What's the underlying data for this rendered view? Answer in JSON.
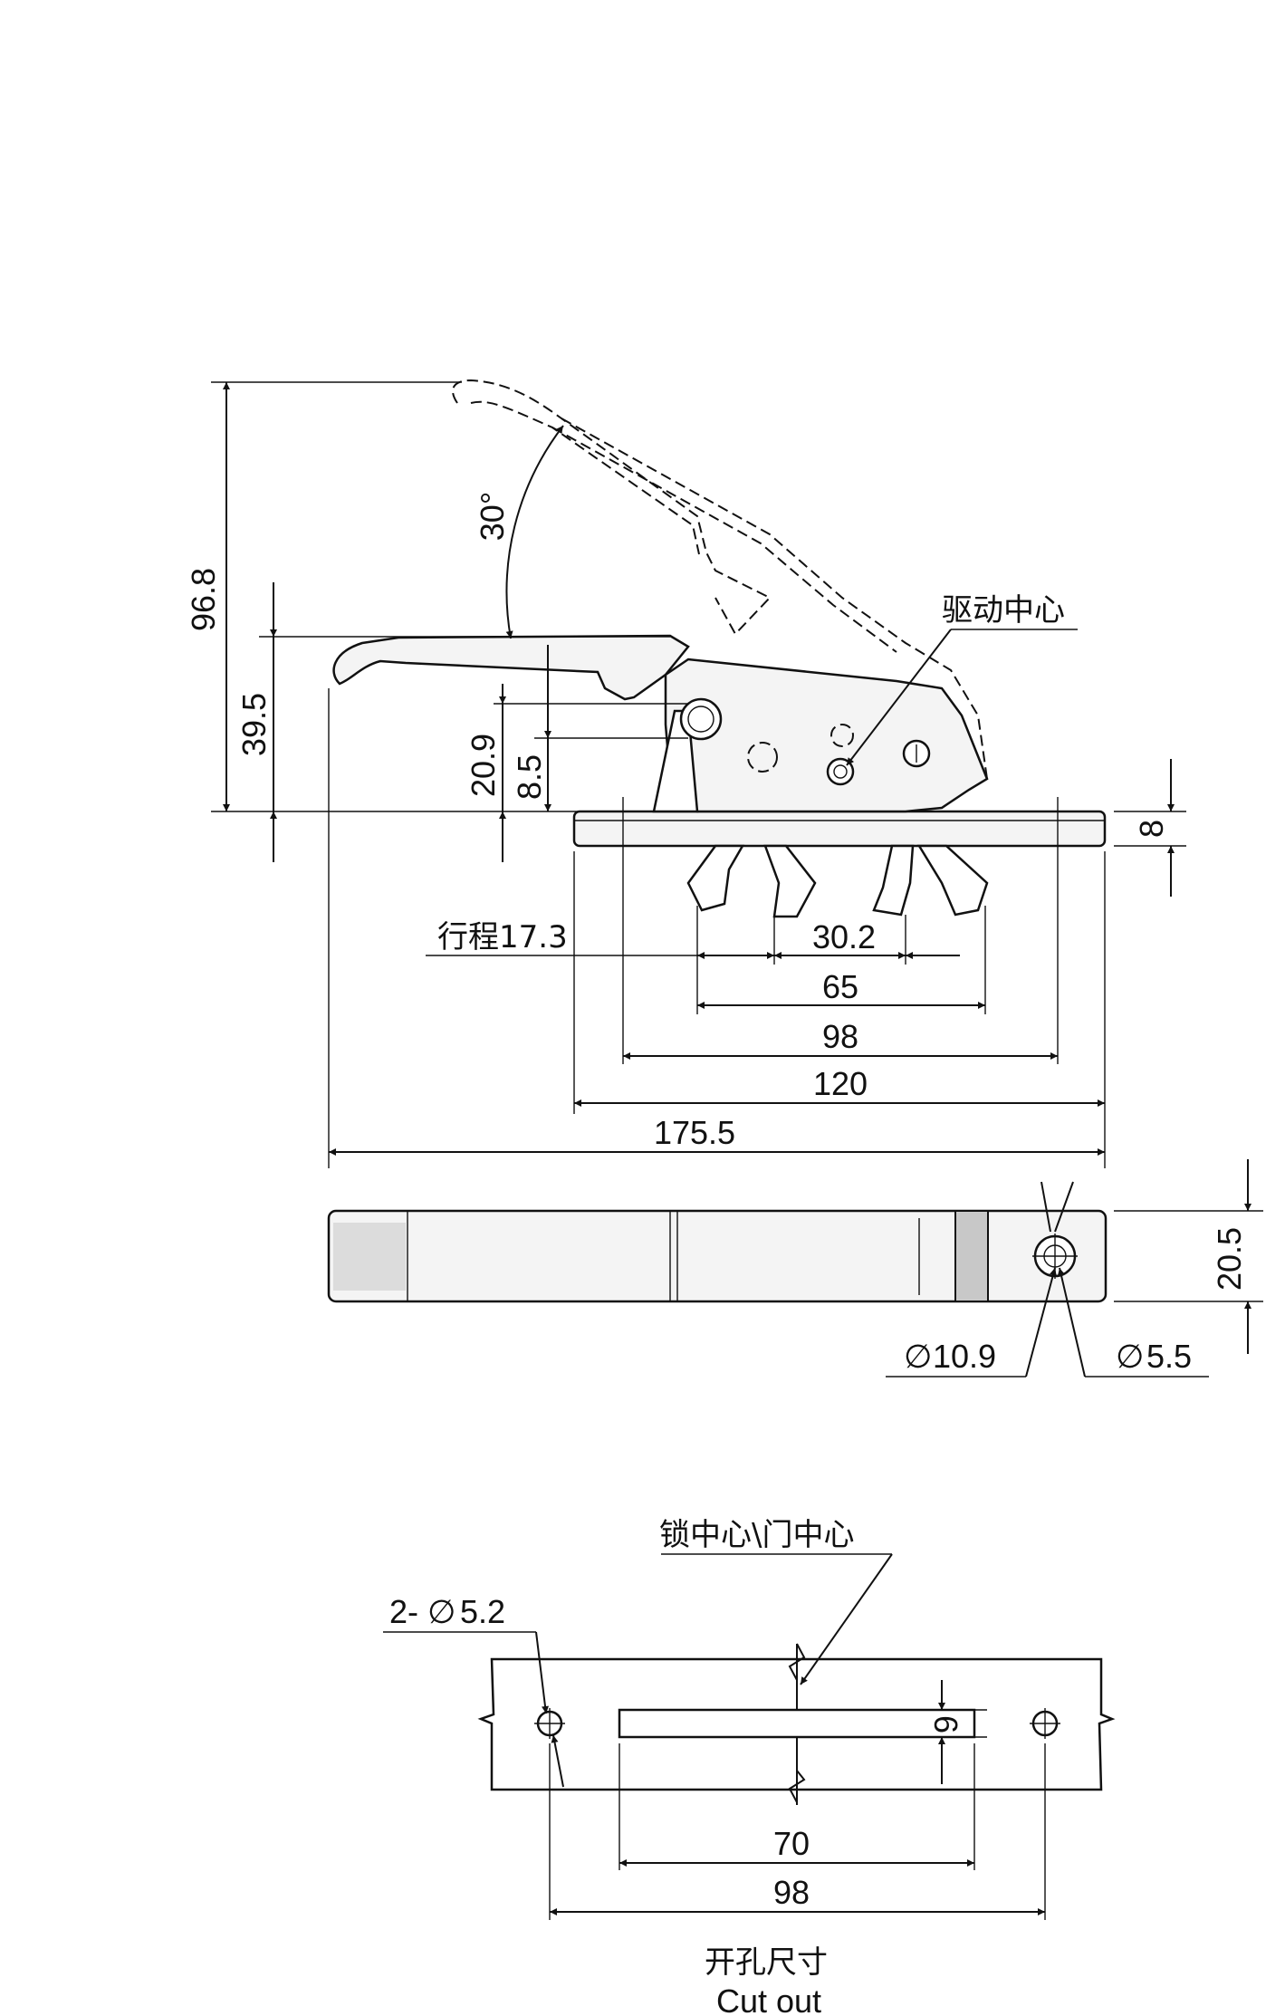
{
  "side_view": {
    "angle": "30°",
    "overall_height": "96.8",
    "handle_height": "39.5",
    "pivot_height": "20.9",
    "pivot_low_height": "8.5",
    "base_thickness": "8",
    "drive_center_label": "驱动中心",
    "stroke_label": "行程17.3",
    "dim_30_2": "30.2",
    "dim_65": "65",
    "dim_98": "98",
    "dim_120": "120",
    "dim_175_5": "175.5"
  },
  "top_view": {
    "width": "20.5",
    "dia_outer": "10.9",
    "dia_inner": "5.5",
    "dia_symbol": "∅"
  },
  "cutout": {
    "center_label": "锁中心\\门中心",
    "holes_label": "2-",
    "holes_dia": "5.2",
    "slot_width": "6",
    "slot_length": "70",
    "holes_spacing": "98",
    "title_cn": "开孔尺寸",
    "title_en": "Cut out"
  }
}
